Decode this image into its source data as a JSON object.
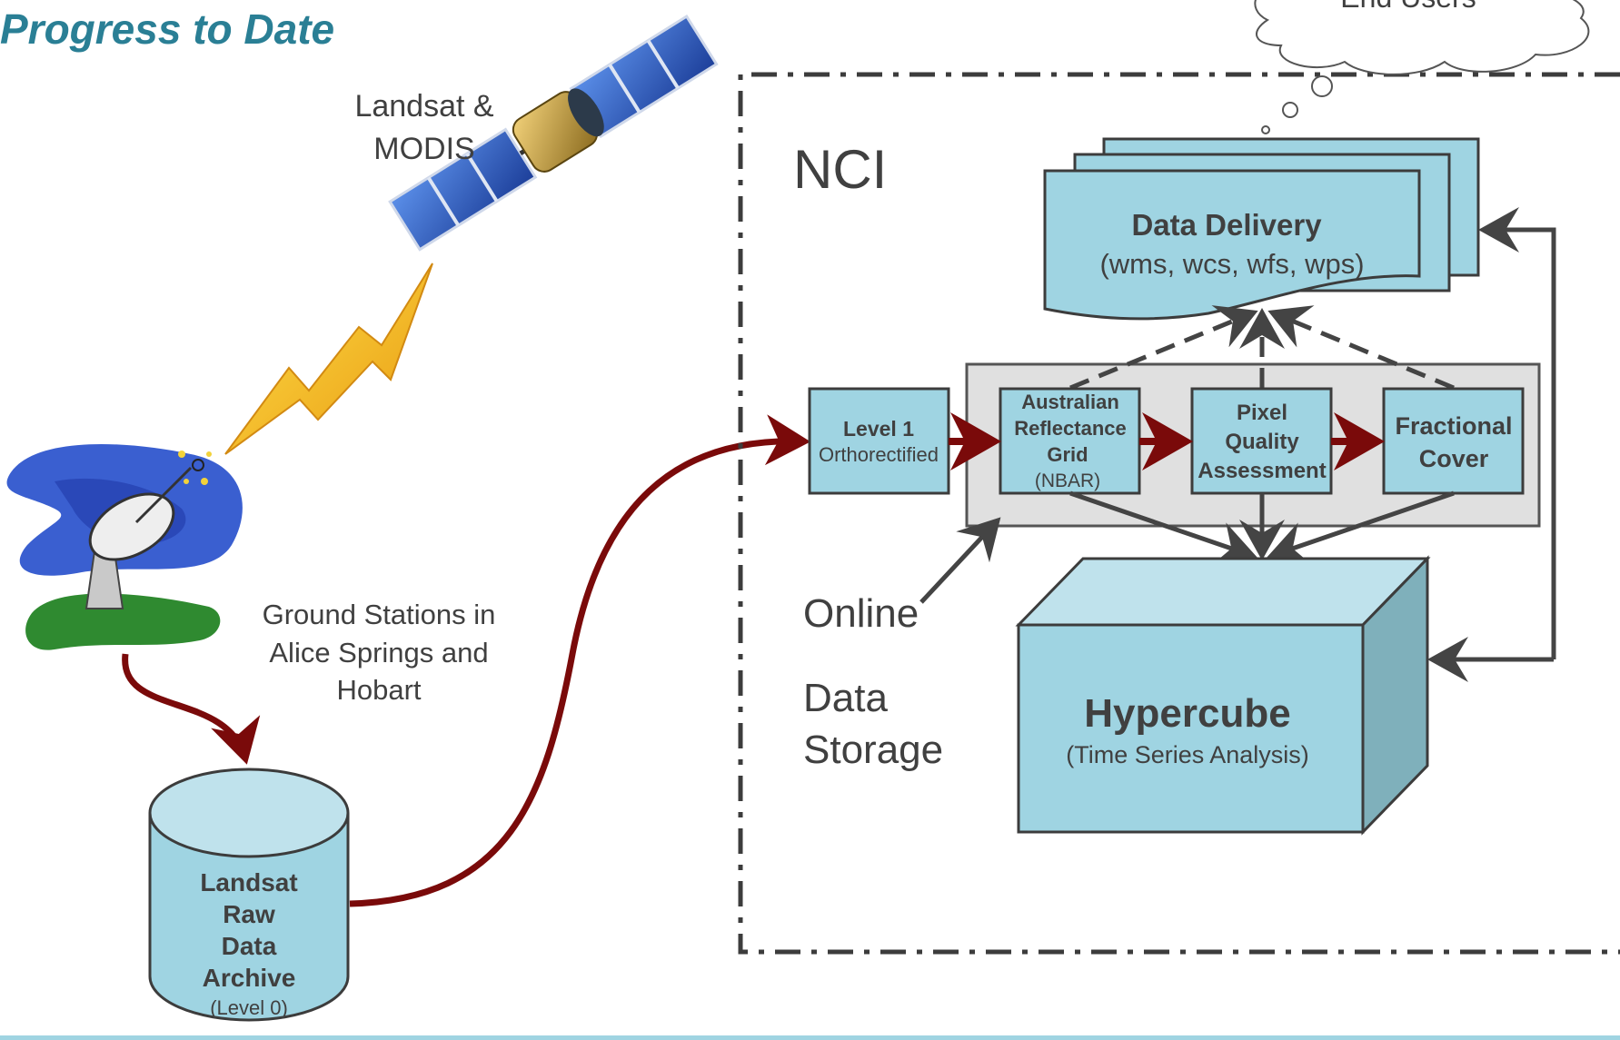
{
  "title": "Progress to Date",
  "satellite_label": [
    "Landsat &",
    "MODIS"
  ],
  "ground_label": [
    "Ground Stations in",
    "Alice Springs and",
    "Hobart"
  ],
  "archive": {
    "lines": [
      "Landsat",
      "Raw",
      "Data",
      "Archive"
    ],
    "sub": "(Level 0)"
  },
  "nci_label": "NCI",
  "cloud_label": "End Users",
  "data_delivery": {
    "title": "Data Delivery",
    "sub": "(wms, wcs, wfs, wps)"
  },
  "level1": {
    "title": "Level 1",
    "sub": "Orthorectified"
  },
  "nbar": {
    "lines": [
      "Australian",
      "Reflectance",
      "Grid"
    ],
    "sub": "(NBAR)"
  },
  "pqa": {
    "lines": [
      "Pixel",
      "Quality",
      "Assessment"
    ]
  },
  "fc": {
    "lines": [
      "Fractional",
      "Cover"
    ]
  },
  "storage_label": [
    "Online",
    "Data",
    "Storage"
  ],
  "hypercube": {
    "title": "Hypercube",
    "sub": "(Time Series Analysis)"
  },
  "colors": {
    "title": "#2a7f95",
    "box_fill": "#9fd4e2",
    "box_stroke": "#3c3c3c",
    "group_fill": "#e0e0e0",
    "red_arrow": "#7a0a0a",
    "gray_arrow": "#444444",
    "text": "#404040"
  }
}
